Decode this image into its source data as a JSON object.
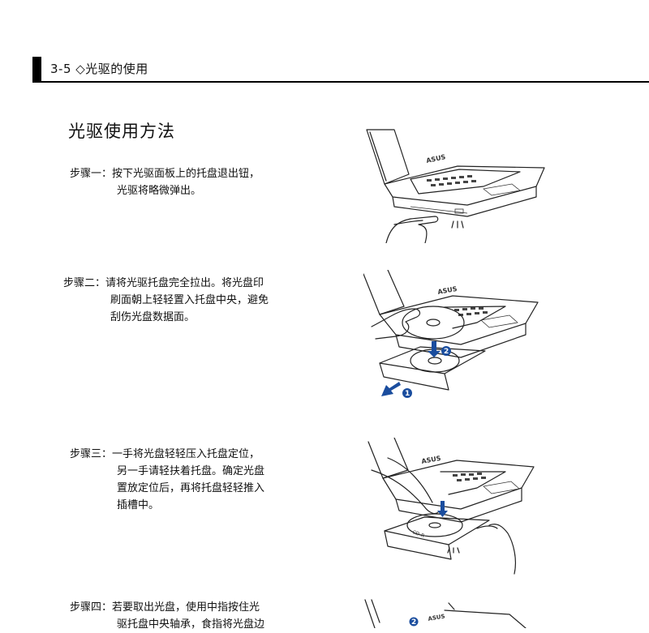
{
  "section": {
    "header": "3-5 ◇光驱的使用"
  },
  "title": "光驱使用方法",
  "steps": [
    {
      "label": "步骤一：",
      "lines": [
        "按下光驱面板上的托盘退出钮，",
        "光驱将略微弹出。"
      ]
    },
    {
      "label": "步骤二：",
      "lines": [
        "请将光驱托盘完全拉出。将光盘印",
        "刷面朝上轻轻置入托盘中央，避免",
        "刮伤光盘数据面。"
      ]
    },
    {
      "label": "步骤三：",
      "lines": [
        "一手将光盘轻轻压入托盘定位，",
        "另一手请轻扶着托盘。确定光盘",
        "置放定位后，再将托盘轻轻推入",
        "插槽中。"
      ]
    },
    {
      "label": "步骤四：",
      "lines": [
        "若要取出光盘，使用中指按住光",
        "驱托盘中央轴承，食指将光盘边"
      ]
    }
  ],
  "illustrations": {
    "brand": "ASUS",
    "badge_1": "1",
    "badge_2": "2",
    "disc_label": "CD-R"
  }
}
